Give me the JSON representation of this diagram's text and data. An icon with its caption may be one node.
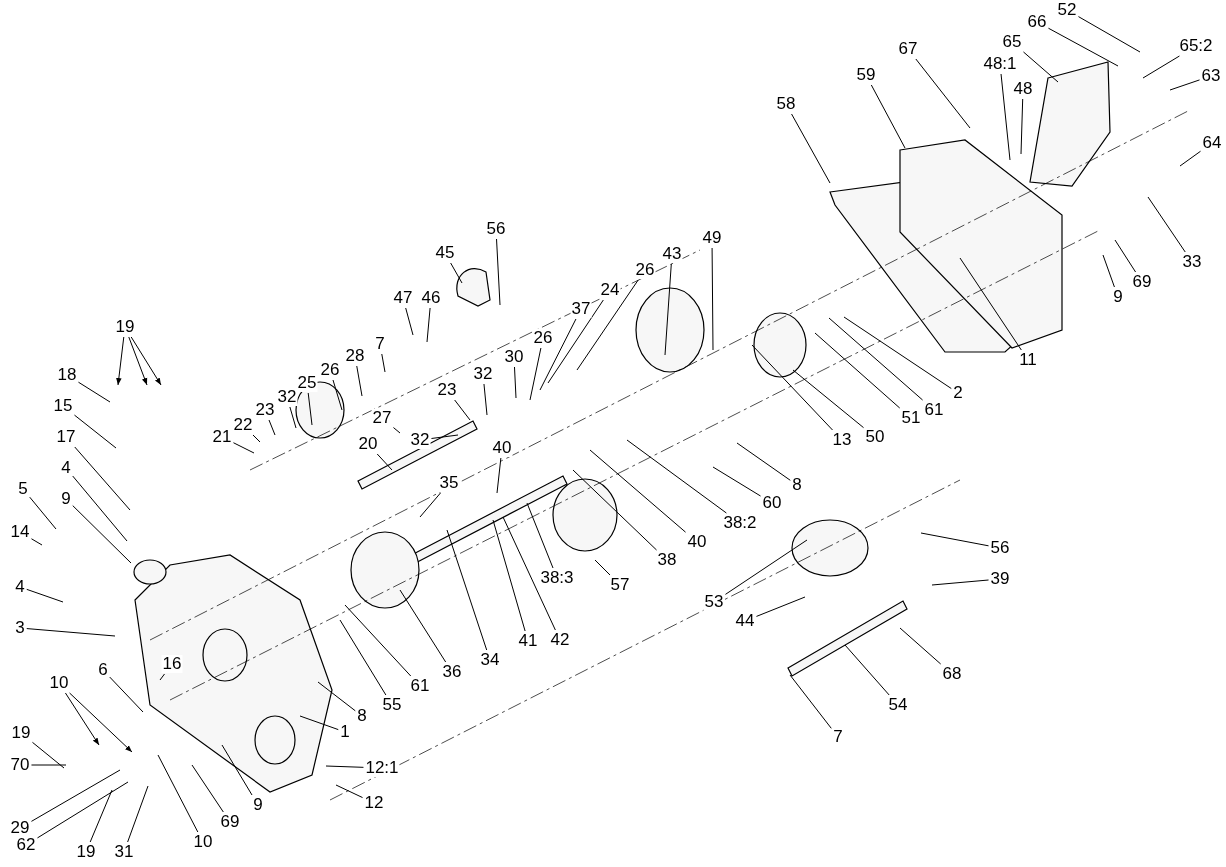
{
  "diagram": {
    "nodes": [
      {
        "text": [
          "52"
        ]
      },
      {
        "text": [
          "66"
        ]
      },
      {
        "text": [
          "65"
        ]
      },
      {
        "text": [
          "65:2"
        ]
      },
      {
        "text": [
          "67"
        ]
      },
      {
        "text": [
          "48:1"
        ]
      },
      {
        "text": [
          "59"
        ]
      },
      {
        "text": [
          "63"
        ]
      },
      {
        "text": [
          "48"
        ]
      },
      {
        "text": [
          "58"
        ]
      },
      {
        "text": [
          "64"
        ]
      },
      {
        "text": [
          "45"
        ]
      },
      {
        "text": [
          "56"
        ]
      },
      {
        "text": [
          "43"
        ]
      },
      {
        "text": [
          "49"
        ]
      },
      {
        "text": [
          "33"
        ]
      },
      {
        "text": [
          "26"
        ]
      },
      {
        "text": [
          "69"
        ]
      },
      {
        "text": [
          "24"
        ]
      },
      {
        "text": [
          "9"
        ]
      },
      {
        "text": [
          "47"
        ]
      },
      {
        "text": [
          "46"
        ]
      },
      {
        "text": [
          "37"
        ]
      },
      {
        "text": [
          "19"
        ]
      },
      {
        "text": [
          "26"
        ]
      },
      {
        "text": [
          "7"
        ]
      },
      {
        "text": [
          "28"
        ]
      },
      {
        "text": [
          "26"
        ]
      },
      {
        "text": [
          "25"
        ]
      },
      {
        "text": [
          "32"
        ]
      },
      {
        "text": [
          "30"
        ]
      },
      {
        "text": [
          "23"
        ]
      },
      {
        "text": [
          "11"
        ]
      },
      {
        "text": [
          "32"
        ]
      },
      {
        "text": [
          "18"
        ]
      },
      {
        "text": [
          "2"
        ]
      },
      {
        "text": [
          "23"
        ]
      },
      {
        "text": [
          "22"
        ]
      },
      {
        "text": [
          "15"
        ]
      },
      {
        "text": [
          "61"
        ]
      },
      {
        "text": [
          "51"
        ]
      },
      {
        "text": [
          "27"
        ]
      },
      {
        "text": [
          "21"
        ]
      },
      {
        "text": [
          "32"
        ]
      },
      {
        "text": [
          "13"
        ]
      },
      {
        "text": [
          "50"
        ]
      },
      {
        "text": [
          "17"
        ]
      },
      {
        "text": [
          "20"
        ]
      },
      {
        "text": [
          "40"
        ]
      },
      {
        "text": [
          "4"
        ]
      },
      {
        "text": [
          "8"
        ]
      },
      {
        "text": [
          "35"
        ]
      },
      {
        "text": [
          "5"
        ]
      },
      {
        "text": [
          "9"
        ]
      },
      {
        "text": [
          "60"
        ]
      },
      {
        "text": [
          "38:2"
        ]
      },
      {
        "text": [
          "14"
        ]
      },
      {
        "text": [
          "40"
        ]
      },
      {
        "text": [
          "56"
        ]
      },
      {
        "text": [
          "38"
        ]
      },
      {
        "text": [
          "38:3"
        ]
      },
      {
        "text": [
          "39"
        ]
      },
      {
        "text": [
          "57"
        ]
      },
      {
        "text": [
          "4"
        ]
      },
      {
        "text": [
          "53"
        ]
      },
      {
        "text": [
          "44"
        ]
      },
      {
        "text": [
          "3"
        ]
      },
      {
        "text": [
          "41"
        ]
      },
      {
        "text": [
          "42"
        ]
      },
      {
        "text": [
          "16"
        ]
      },
      {
        "text": [
          "6"
        ]
      },
      {
        "text": [
          "34"
        ]
      },
      {
        "text": [
          "36"
        ]
      },
      {
        "text": [
          "68"
        ]
      },
      {
        "text": [
          "10"
        ]
      },
      {
        "text": [
          "61"
        ]
      },
      {
        "text": [
          "55"
        ]
      },
      {
        "text": [
          "54"
        ]
      },
      {
        "text": [
          "8"
        ]
      },
      {
        "text": [
          "19"
        ]
      },
      {
        "text": [
          "1"
        ]
      },
      {
        "text": [
          "7"
        ]
      },
      {
        "text": [
          "70"
        ]
      },
      {
        "text": [
          "12:1"
        ]
      },
      {
        "text": [
          "12"
        ]
      },
      {
        "text": [
          "9"
        ]
      },
      {
        "text": [
          "69"
        ]
      },
      {
        "text": [
          "29"
        ]
      },
      {
        "text": [
          "10"
        ]
      },
      {
        "text": [
          "62"
        ]
      },
      {
        "text": [
          "19"
        ]
      },
      {
        "text": [
          "31"
        ]
      }
    ],
    "edges": [
      {
        "from": 0,
        "to": null,
        "arrow": "none"
      },
      {
        "from": 1,
        "to": null,
        "arrow": "none"
      },
      {
        "from": 2,
        "to": null,
        "arrow": "none"
      },
      {
        "from": 3,
        "to": null,
        "arrow": "none"
      },
      {
        "from": 4,
        "to": null,
        "arrow": "none"
      },
      {
        "from": 5,
        "to": null,
        "arrow": "none"
      },
      {
        "from": 6,
        "to": null,
        "arrow": "none"
      },
      {
        "from": 7,
        "to": null,
        "arrow": "none"
      },
      {
        "from": 8,
        "to": null,
        "arrow": "none"
      },
      {
        "from": 9,
        "to": null,
        "arrow": "none"
      },
      {
        "from": 10,
        "to": null,
        "arrow": "none"
      },
      {
        "from": 11,
        "to": null,
        "arrow": "none"
      },
      {
        "from": 12,
        "to": null,
        "arrow": "none"
      },
      {
        "from": 13,
        "to": null,
        "arrow": "none"
      },
      {
        "from": 14,
        "to": null,
        "arrow": "none"
      },
      {
        "from": 15,
        "to": null,
        "arrow": "none"
      },
      {
        "from": 16,
        "to": null,
        "arrow": "none"
      },
      {
        "from": 17,
        "to": null,
        "arrow": "none"
      },
      {
        "from": 18,
        "to": null,
        "arrow": "none"
      },
      {
        "from": 19,
        "to": null,
        "arrow": "none"
      },
      {
        "from": 20,
        "to": null,
        "arrow": "none"
      },
      {
        "from": 21,
        "to": null,
        "arrow": "none"
      },
      {
        "from": 22,
        "to": null,
        "arrow": "none"
      },
      {
        "from": 23,
        "to": null,
        "arrow": "to"
      },
      {
        "from": 23,
        "to": null,
        "arrow": "to"
      },
      {
        "from": 23,
        "to": null,
        "arrow": "to"
      },
      {
        "from": 24,
        "to": null,
        "arrow": "none"
      },
      {
        "from": 25,
        "to": null,
        "arrow": "none"
      },
      {
        "from": 26,
        "to": null,
        "arrow": "none"
      },
      {
        "from": 27,
        "to": null,
        "arrow": "none"
      },
      {
        "from": 28,
        "to": null,
        "arrow": "none"
      },
      {
        "from": 29,
        "to": null,
        "arrow": "none"
      },
      {
        "from": 30,
        "to": null,
        "arrow": "none"
      },
      {
        "from": 31,
        "to": null,
        "arrow": "none"
      },
      {
        "from": 32,
        "to": null,
        "arrow": "none"
      },
      {
        "from": 33,
        "to": null,
        "arrow": "none"
      },
      {
        "from": 34,
        "to": null,
        "arrow": "none"
      },
      {
        "from": 35,
        "to": null,
        "arrow": "none"
      },
      {
        "from": 36,
        "to": null,
        "arrow": "none"
      },
      {
        "from": 37,
        "to": null,
        "arrow": "none"
      },
      {
        "from": 38,
        "to": null,
        "arrow": "none"
      },
      {
        "from": 39,
        "to": null,
        "arrow": "none"
      },
      {
        "from": 40,
        "to": null,
        "arrow": "none"
      },
      {
        "from": 41,
        "to": null,
        "arrow": "none"
      },
      {
        "from": 42,
        "to": null,
        "arrow": "none"
      },
      {
        "from": 43,
        "to": null,
        "arrow": "none"
      },
      {
        "from": 44,
        "to": null,
        "arrow": "none"
      },
      {
        "from": 45,
        "to": null,
        "arrow": "none"
      },
      {
        "from": 46,
        "to": null,
        "arrow": "none"
      },
      {
        "from": 47,
        "to": null,
        "arrow": "none"
      },
      {
        "from": 48,
        "to": null,
        "arrow": "none"
      },
      {
        "from": 49,
        "to": null,
        "arrow": "none"
      },
      {
        "from": 50,
        "to": null,
        "arrow": "none"
      },
      {
        "from": 51,
        "to": null,
        "arrow": "none"
      },
      {
        "from": 52,
        "to": null,
        "arrow": "none"
      },
      {
        "from": 53,
        "to": null,
        "arrow": "none"
      },
      {
        "from": 54,
        "to": null,
        "arrow": "none"
      },
      {
        "from": 55,
        "to": null,
        "arrow": "none"
      },
      {
        "from": 56,
        "to": null,
        "arrow": "none"
      },
      {
        "from": 57,
        "to": null,
        "arrow": "none"
      },
      {
        "from": 58,
        "to": null,
        "arrow": "none"
      },
      {
        "from": 59,
        "to": null,
        "arrow": "none"
      },
      {
        "from": 60,
        "to": null,
        "arrow": "none"
      },
      {
        "from": 61,
        "to": null,
        "arrow": "none"
      },
      {
        "from": 62,
        "to": null,
        "arrow": "none"
      },
      {
        "from": 63,
        "to": null,
        "arrow": "none"
      },
      {
        "from": 64,
        "to": null,
        "arrow": "none"
      },
      {
        "from": 65,
        "to": null,
        "arrow": "none"
      },
      {
        "from": 66,
        "to": null,
        "arrow": "none"
      },
      {
        "from": 67,
        "to": null,
        "arrow": "none"
      },
      {
        "from": 68,
        "to": null,
        "arrow": "none"
      },
      {
        "from": 69,
        "to": null,
        "arrow": "none"
      },
      {
        "from": 70,
        "to": null,
        "arrow": "none"
      },
      {
        "from": 71,
        "to": null,
        "arrow": "none"
      },
      {
        "from": 72,
        "to": null,
        "arrow": "none"
      },
      {
        "from": 73,
        "to": null,
        "arrow": "none"
      },
      {
        "from": 74,
        "to": null,
        "arrow": "to"
      },
      {
        "from": 74,
        "to": null,
        "arrow": "to"
      },
      {
        "from": 75,
        "to": null,
        "arrow": "none"
      },
      {
        "from": 76,
        "to": null,
        "arrow": "none"
      },
      {
        "from": 77,
        "to": null,
        "arrow": "none"
      },
      {
        "from": 78,
        "to": null,
        "arrow": "none"
      },
      {
        "from": 79,
        "to": null,
        "arrow": "none"
      },
      {
        "from": 80,
        "to": null,
        "arrow": "none"
      },
      {
        "from": 81,
        "to": null,
        "arrow": "none"
      },
      {
        "from": 82,
        "to": null,
        "arrow": "none"
      },
      {
        "from": 83,
        "to": null,
        "arrow": "none"
      },
      {
        "from": 84,
        "to": null,
        "arrow": "none"
      },
      {
        "from": 85,
        "to": null,
        "arrow": "none"
      },
      {
        "from": 86,
        "to": null,
        "arrow": "none"
      },
      {
        "from": 87,
        "to": null,
        "arrow": "none"
      },
      {
        "from": 88,
        "to": null,
        "arrow": "none"
      },
      {
        "from": 89,
        "to": null,
        "arrow": "none"
      },
      {
        "from": 90,
        "to": null,
        "arrow": "none"
      },
      {
        "from": 91,
        "to": null,
        "arrow": "none"
      }
    ]
  }
}
